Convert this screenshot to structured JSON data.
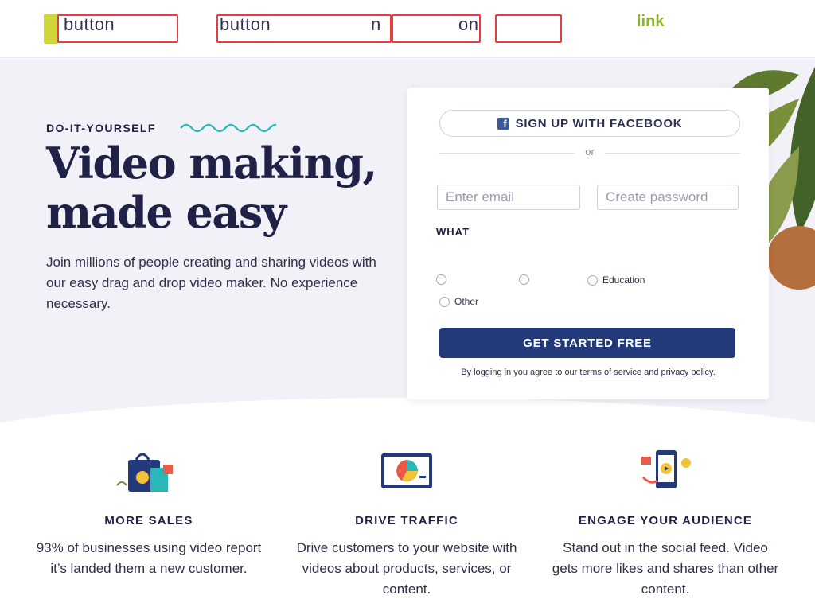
{
  "nav": {
    "items": [
      "button",
      "button",
      "n",
      "on"
    ],
    "link": "link"
  },
  "hero": {
    "eyebrow": "DO-IT-YOURSELF",
    "title": "Video making, made easy",
    "description": "Join millions of people creating and sharing videos with our easy drag and drop video maker. No experience necessary."
  },
  "signup": {
    "facebook_label": "SIGN UP WITH FACEBOOK",
    "or": "or",
    "email_placeholder": "Enter email",
    "password_placeholder": "Create password",
    "purpose_question": "WHAT",
    "options": [
      "Education",
      "Other"
    ],
    "cta_label": "GET STARTED FREE",
    "legal_prefix": "By logging in you agree to our",
    "terms_link": "terms of service",
    "and": "and",
    "privacy_link": "privacy policy."
  },
  "features": [
    {
      "heading": "MORE SALES",
      "description": "93% of businesses using video report it’s landed them a new customer.",
      "icon": "shopping-bag-illustration"
    },
    {
      "heading": "DRIVE TRAFFIC",
      "description": "Drive customers to your website with videos about products, services, or content.",
      "icon": "analytics-dashboard-illustration"
    },
    {
      "heading": "ENGAGE YOUR AUDIENCE",
      "description": "Stand out in the social feed. Video gets more likes and shares than other content.",
      "icon": "social-phone-illustration"
    }
  ],
  "colors": {
    "brand_navy": "#1f2147",
    "cta": "#223a7a",
    "facebook": "#3b5998",
    "hero_bg": "#f1f1f7",
    "accent_teal": "#2ab7b7"
  }
}
